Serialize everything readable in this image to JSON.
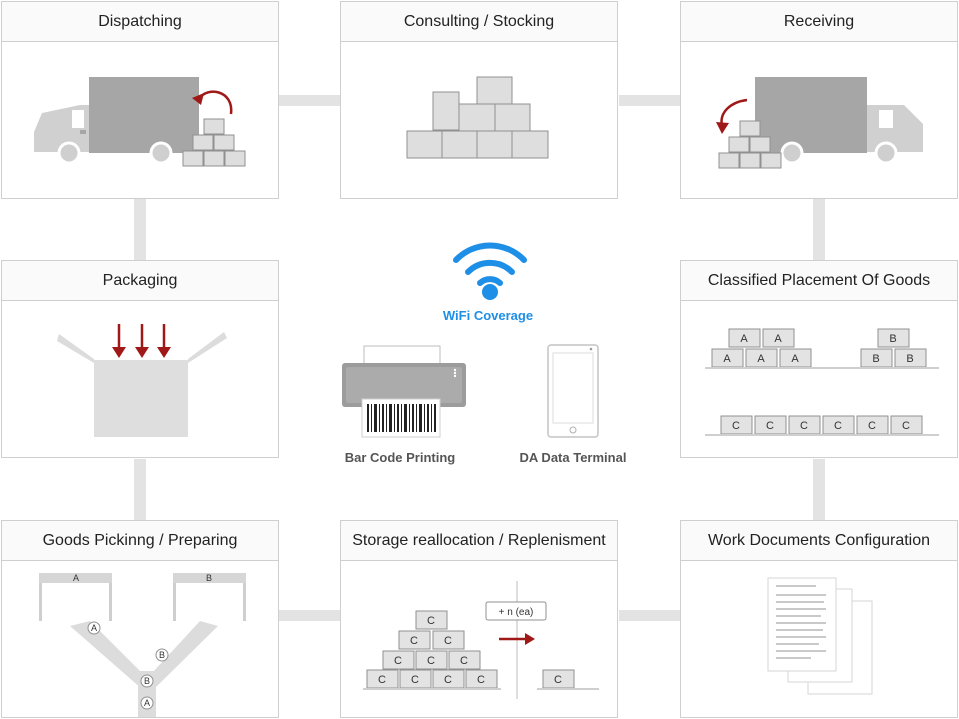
{
  "panels": {
    "dispatching": "Dispatching",
    "consulting": "Consulting / Stocking",
    "receiving": "Receiving",
    "packaging": "Packaging",
    "classified": "Classified Placement Of Goods",
    "picking": "Goods Pickinng / Preparing",
    "storage": "Storage reallocation / Replenisment",
    "workdocs": "Work Documents Configuration"
  },
  "center": {
    "wifi_label": "WiFi Coverage",
    "barcode_label": "Bar Code Printing",
    "terminal_label": "DA Data Terminal"
  },
  "classified": {
    "rack_a_top": [
      "A",
      "A"
    ],
    "rack_a_bottom": [
      "A",
      "A",
      "A"
    ],
    "rack_b_top": [
      "B"
    ],
    "rack_b_bottom": [
      "B",
      "B"
    ],
    "rack_c": [
      "C",
      "C",
      "C",
      "C",
      "C",
      "C"
    ]
  },
  "picking": {
    "shelf_a": "A",
    "shelf_b": "B",
    "markers": [
      "A",
      "B",
      "B",
      "A"
    ]
  },
  "storage": {
    "pyramid_rows": [
      [
        "C"
      ],
      [
        "C",
        "C"
      ],
      [
        "C",
        "C",
        "C"
      ],
      [
        "C",
        "C",
        "C",
        "C"
      ]
    ],
    "increment_label": "+ n (ea)",
    "moved_box": "C"
  },
  "colors": {
    "accent_red": "#a01919",
    "wifi_blue": "#1e8fe6",
    "box_fill": "#dedede",
    "truck_fill": "#a6a6a6"
  }
}
